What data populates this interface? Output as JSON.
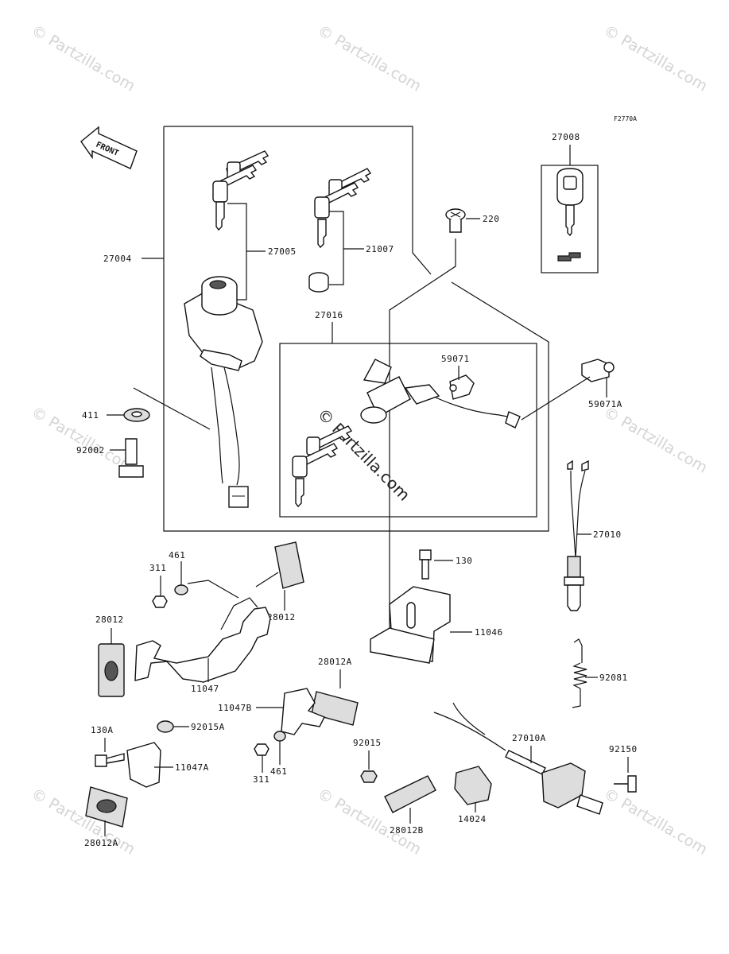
{
  "figure_code": "F2770A",
  "front_label": "FRONT",
  "watermark": "© Partzilla.com",
  "part_labels": {
    "p27004": "27004",
    "p27005": "27005",
    "p21007": "21007",
    "p27008": "27008",
    "p220": "220",
    "p27016": "27016",
    "p59071": "59071",
    "p59071A": "59071A",
    "p411": "411",
    "p92002": "92002",
    "p27010": "27010",
    "p461a": "461",
    "p311a": "311",
    "p28012a": "28012",
    "p28012b": "28012",
    "p11047": "11047",
    "p130": "130",
    "p11046": "11046",
    "p92081": "92081",
    "p28012A_top": "28012A",
    "p11047B": "11047B",
    "p92015": "92015",
    "p130A": "130A",
    "p92015A": "92015A",
    "p11047A": "11047A",
    "p311b": "311",
    "p461b": "461",
    "p28012A_bot": "28012A",
    "p28012B": "28012B",
    "p14024": "14024",
    "p27010A": "27010A",
    "p92150": "92150"
  }
}
